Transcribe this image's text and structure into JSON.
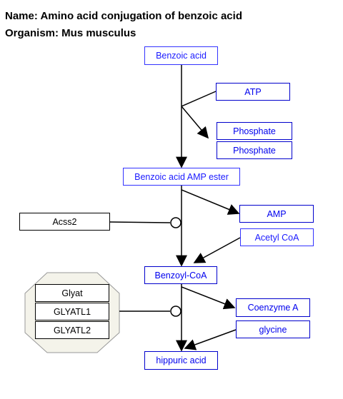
{
  "header": {
    "name_line": "Name: Amino acid conjugation of benzoic acid",
    "organism_line": "Organism: Mus musculus"
  },
  "metabolites": {
    "benzoic_acid": "Benzoic acid",
    "atp": "ATP",
    "phosphate_1": "Phosphate",
    "phosphate_2": "Phosphate",
    "benzoic_acid_amp_ester": "Benzoic acid AMP ester",
    "amp": "AMP",
    "acetyl_coa": "Acetyl CoA",
    "benzoyl_coa": "Benzoyl-CoA",
    "coenzyme_a": "Coenzyme A",
    "glycine": "glycine",
    "hippuric_acid": "hippuric acid"
  },
  "genes": {
    "acss2": "Acss2",
    "glyat": "Glyat",
    "glyatl1": "GLYATL1",
    "glyatl2": "GLYATL2"
  },
  "colors": {
    "metabolite_text": "#0000ee",
    "metabolite_border": "#0000cc",
    "gene_border": "#000000",
    "complex_fill": "#f4f3ea",
    "complex_border": "#999999"
  }
}
